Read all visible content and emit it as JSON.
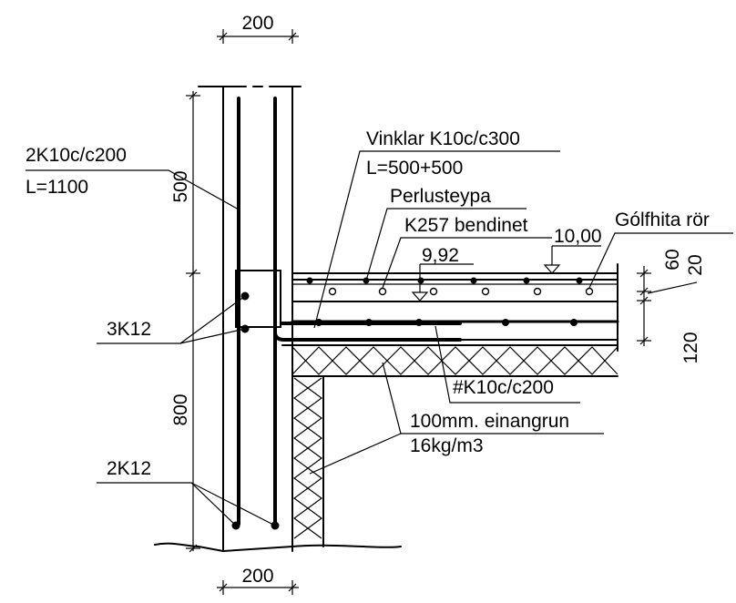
{
  "dimensions": {
    "top_width": "200",
    "bottom_width": "200",
    "wall_upper": "500",
    "wall_lower": "800",
    "slab_60": "60",
    "slab_20": "20",
    "slab_120": "120"
  },
  "labels": {
    "stirrups_line1": "2K10c/c200",
    "stirrups_line2": "L=1100",
    "angles_line1": "Vinklar K10c/c300",
    "angles_line2": "L=500+500",
    "screed": "Perlusteypa",
    "mesh_top": "K257 bendinet",
    "underfloor": "Gólfhita rör",
    "level_upper": "10,00",
    "level_lower": "9,92",
    "bars_3": "3K12",
    "mesh_bottom": "#K10c/c200",
    "insulation_line1": "100mm. einangrun",
    "insulation_line2": "16kg/m3",
    "bars_2": "2K12"
  }
}
